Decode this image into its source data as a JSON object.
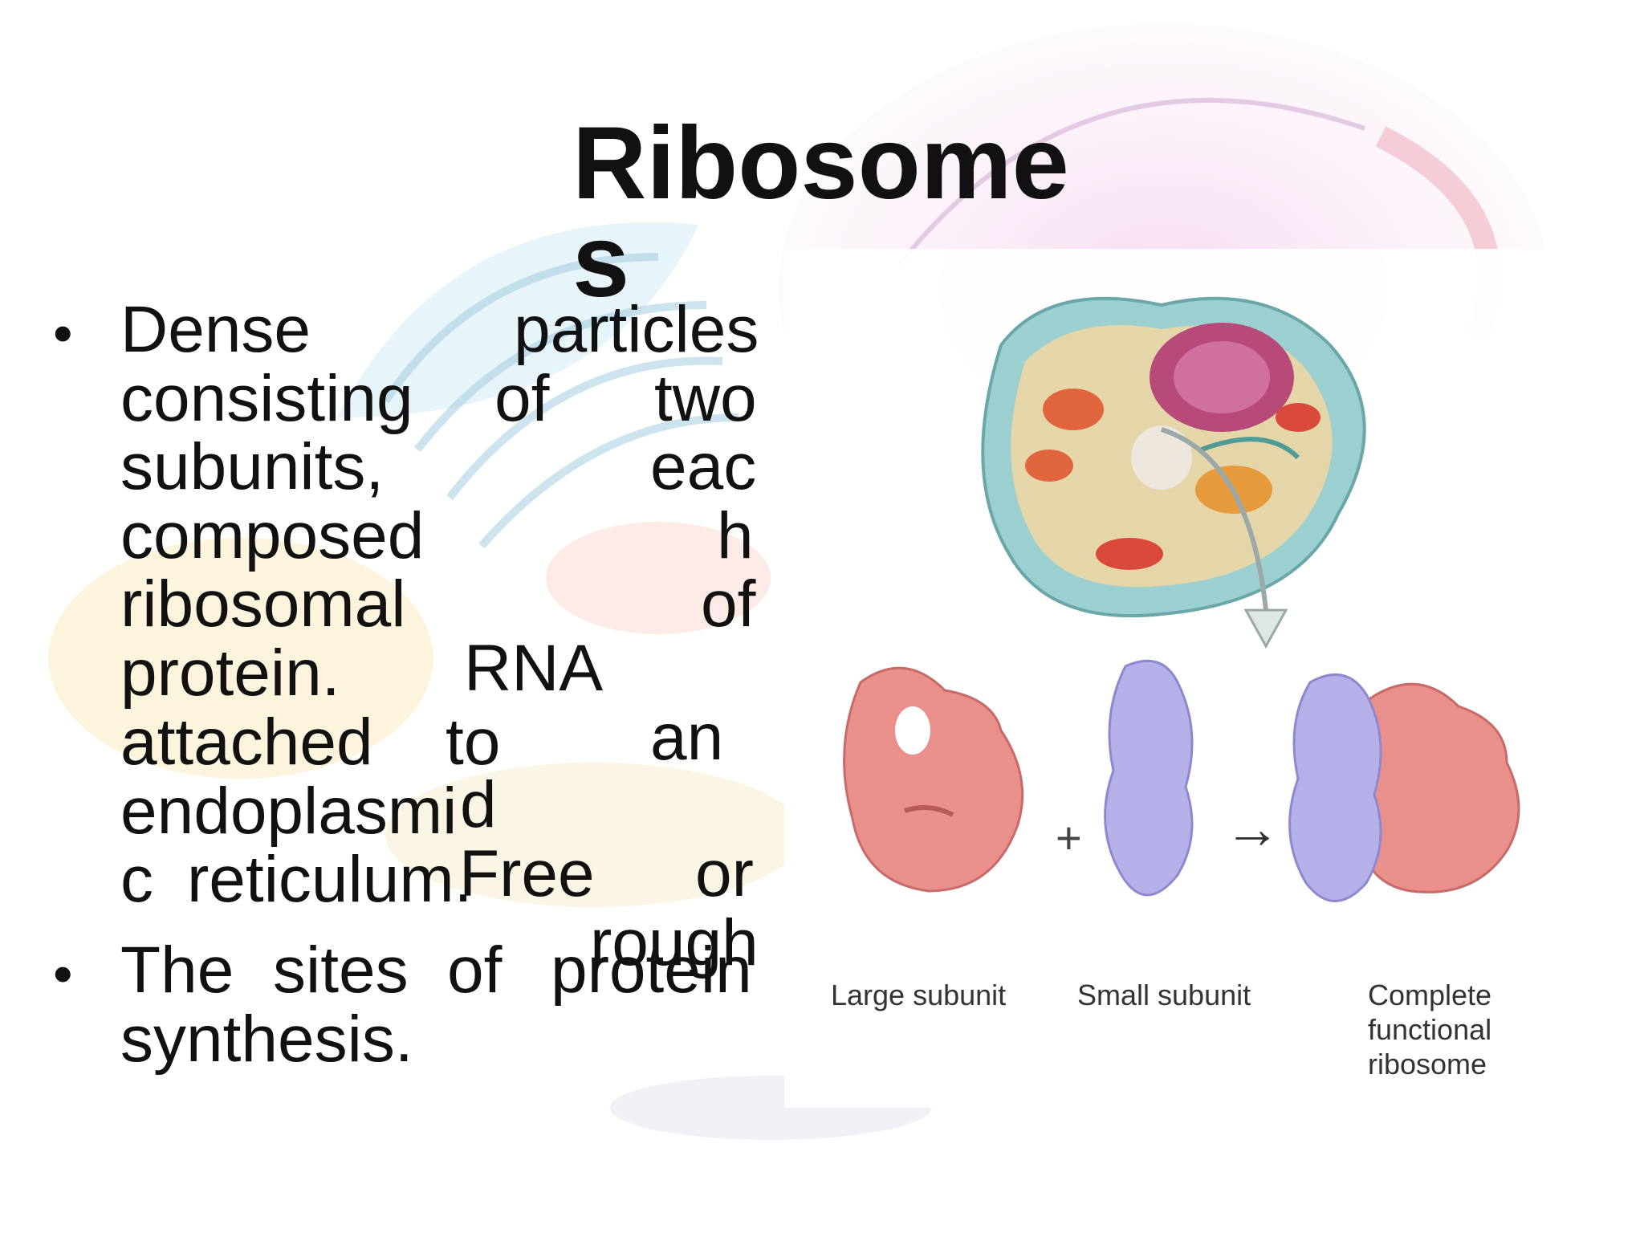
{
  "slide": {
    "title": {
      "line1": "Ribosome",
      "line2": "s"
    },
    "bullet_symbol": "•",
    "bullet1_words": [
      "Dense",
      "particles",
      "consisting",
      "of",
      "two",
      "subunits,",
      "eac",
      "composed",
      "h",
      "ribosomal",
      "of",
      "protein.",
      "RNA",
      "attached",
      "to",
      "an",
      "endoplasmi",
      "d",
      "c",
      "reticulum.",
      "Free",
      "or",
      "rough"
    ],
    "bullet2_words": [
      "The",
      "sites",
      "of",
      "protein",
      "synthesis."
    ]
  },
  "figure": {
    "captions": {
      "large": "Large subunit",
      "small": "Small subunit",
      "complete_l1": "Complete",
      "complete_l2": "functional",
      "complete_l3": "ribosome"
    },
    "symbols": {
      "plus": "+",
      "arrow": "→"
    }
  },
  "colors": {
    "large_subunit": "#e98f8c",
    "small_subunit": "#b5b1e8",
    "title": "#111111"
  }
}
